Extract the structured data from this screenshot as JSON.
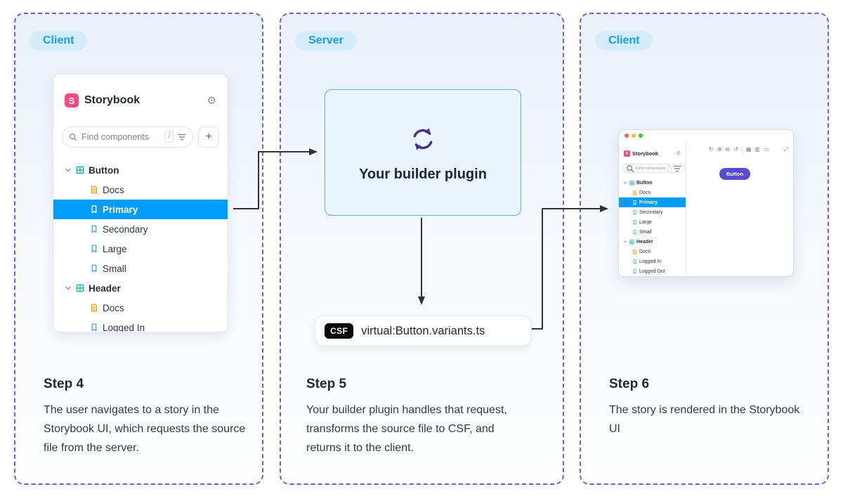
{
  "colors": {
    "panel-border": "#6e5ce8",
    "panel-grad-top": "#e9f1fa",
    "badge-bg": "#d5ecfa",
    "badge-text": "#13a2ec",
    "sb-pink": "#ff4785",
    "select-blue": "#029cfd",
    "comp-teal": "#12b3c9",
    "doc-orange": "#efa100",
    "story-blue": "#53aee4",
    "plugin-purple": "#4a2f93",
    "plugin-border": "#5cb0e4",
    "plugin-bg": "#eaf5fd",
    "arrow": "#2f3338",
    "mini-btn": "#5a4bd3"
  },
  "panels": [
    {
      "badge": "Client",
      "step_title": "Step 4",
      "step_text": "The user navigates to a story in the Storybook UI, which requests the source file from the server."
    },
    {
      "badge": "Server",
      "step_title": "Step 5",
      "step_text": "Your builder plugin handles that request, transforms the source file to CSF, and returns it to the client."
    },
    {
      "badge": "Client",
      "step_title": "Step 6",
      "step_text": "The story is rendered in the Storybook UI"
    }
  ],
  "storybook": {
    "brand": "Storybook",
    "logo_letter": "S",
    "search": {
      "placeholder": "Find components",
      "shortcut": "/"
    },
    "plus_label": "+",
    "tree": [
      {
        "label": "Button",
        "type": "component",
        "expanded": true
      },
      {
        "label": "Docs",
        "type": "doc",
        "depth": 1
      },
      {
        "label": "Primary",
        "type": "story",
        "depth": 1,
        "selected": true
      },
      {
        "label": "Secondary",
        "type": "story",
        "depth": 1
      },
      {
        "label": "Large",
        "type": "story",
        "depth": 1
      },
      {
        "label": "Small",
        "type": "story",
        "depth": 1
      },
      {
        "label": "Header",
        "type": "component",
        "expanded": true
      },
      {
        "label": "Docs",
        "type": "doc",
        "depth": 1
      },
      {
        "label": "Logged In",
        "type": "story",
        "depth": 1
      }
    ]
  },
  "server": {
    "plugin_label": "Your builder plugin",
    "csf_badge": "CSF",
    "csf_file": "virtual:Button.variants.ts"
  },
  "mini_window": {
    "brand": "Storybook",
    "logo_letter": "S",
    "search_placeholder": "Find components",
    "search_shortcut": "/",
    "plus_label": "+",
    "button_label": "Button",
    "toolbar": [
      {
        "name": "remount-icon",
        "glyph": "↻"
      },
      {
        "name": "zoom-in-icon",
        "glyph": "⊕"
      },
      {
        "name": "zoom-out-icon",
        "glyph": "⊖"
      },
      {
        "name": "zoom-reset-icon",
        "glyph": "↺"
      },
      {
        "name": "toolbar-divider",
        "glyph": "",
        "divider": true
      },
      {
        "name": "background-icon",
        "glyph": "▦"
      },
      {
        "name": "grid-icon",
        "glyph": "▥"
      },
      {
        "name": "measure-icon",
        "glyph": "▭"
      },
      {
        "name": "fullscreen-icon",
        "glyph": "⤢",
        "right": true
      }
    ],
    "tree": [
      {
        "label": "Button",
        "type": "component",
        "expanded": true
      },
      {
        "label": "Docs",
        "type": "doc",
        "depth": 1
      },
      {
        "label": "Primary",
        "type": "story",
        "depth": 1,
        "selected": true
      },
      {
        "label": "Secondary",
        "type": "story",
        "depth": 1
      },
      {
        "label": "Large",
        "type": "story",
        "depth": 1
      },
      {
        "label": "Small",
        "type": "story",
        "depth": 1
      },
      {
        "label": "Header",
        "type": "component",
        "expanded": true
      },
      {
        "label": "Docs",
        "type": "doc",
        "depth": 1
      },
      {
        "label": "Logged In",
        "type": "story",
        "depth": 1
      },
      {
        "label": "Logged Out",
        "type": "story",
        "depth": 1
      }
    ]
  },
  "icons": {
    "gear": "⚙"
  }
}
